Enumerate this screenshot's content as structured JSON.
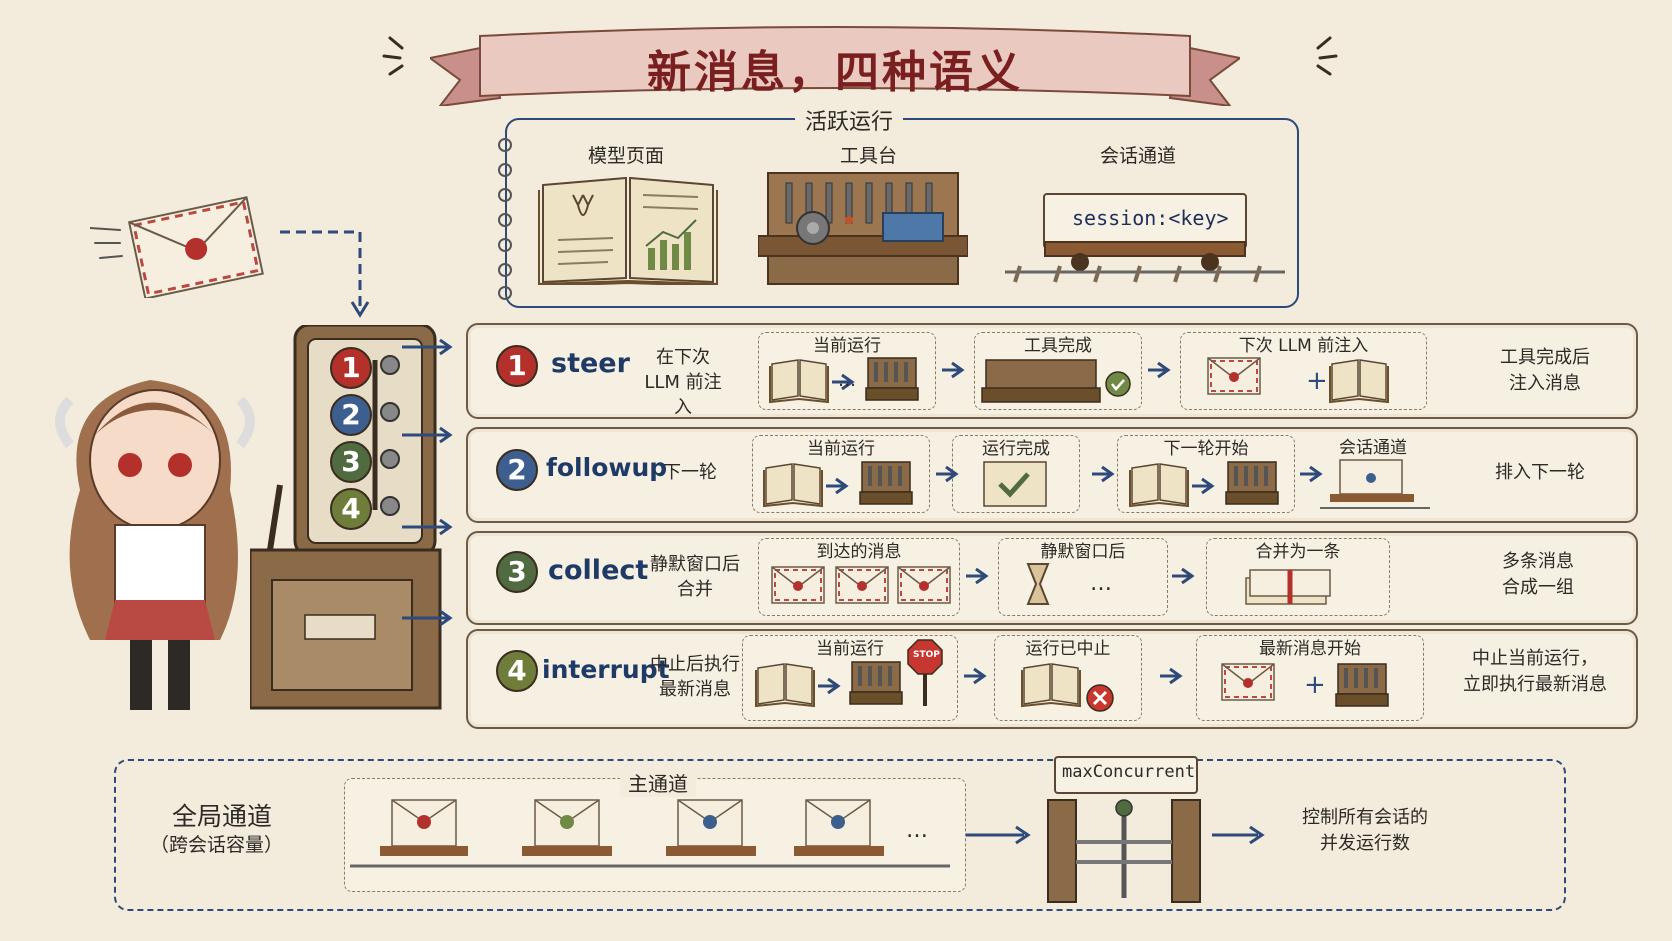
{
  "title": "新消息，四种语义",
  "active_run": {
    "label": "活跃运行",
    "items": [
      {
        "label": "模型页面"
      },
      {
        "label": "工具台"
      },
      {
        "label": "会话通道",
        "tag": "session:<key>"
      }
    ]
  },
  "modes": [
    {
      "num": "1",
      "name": "steer",
      "color": "#b3302b",
      "desc": "在下次\nLLM 前注入",
      "steps": [
        "当前运行",
        "工具完成",
        "下次 LLM 前注入"
      ],
      "note": "工具完成后\n注入消息"
    },
    {
      "num": "2",
      "name": "followup",
      "color": "#3d5f8f",
      "desc": "下一轮",
      "steps": [
        "当前运行",
        "运行完成",
        "下一轮开始",
        "会话通道"
      ],
      "note": "排入下一轮"
    },
    {
      "num": "3",
      "name": "collect",
      "color": "#4f6b3f",
      "desc": "静默窗口后\n合并",
      "steps": [
        "到达的消息",
        "静默窗口后",
        "合并为一条"
      ],
      "note": "多条消息\n合成一组"
    },
    {
      "num": "4",
      "name": "interrupt",
      "color": "#6f7d3a",
      "desc": "中止后执行\n最新消息",
      "steps": [
        "当前运行",
        "运行已中止",
        "最新消息开始"
      ],
      "stop_sign": "STOP",
      "note": "中止当前运行，\n立即执行最新消息"
    }
  ],
  "global_lane": {
    "title": "全局通道",
    "subtitle": "（跨会话容量）",
    "main_lane_label": "主通道",
    "gate_label": "maxConcurrent",
    "ellipsis": "…",
    "note": "控制所有会话的\n并发运行数"
  },
  "misc": {
    "ellipsis": "…",
    "plus": "+"
  },
  "colors": {
    "accent": "#2e4a7a",
    "banner": "#c98f8a",
    "title": "#7a1f1f"
  }
}
